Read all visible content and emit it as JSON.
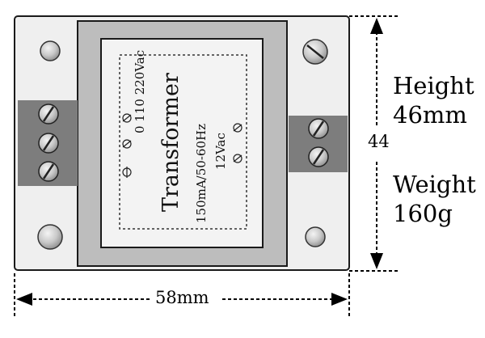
{
  "diagram": {
    "transformer_label": "Transformer",
    "rating_label": "150mA/50-60Hz",
    "input_label": "0  110  220Vac",
    "output_label": "12Vac"
  },
  "dimensions": {
    "height_title": "Height",
    "height_value": "46mm",
    "weight_title": "Weight",
    "weight_value": "160g",
    "depth_label": "44",
    "width_label": "58mm"
  },
  "colors": {
    "body": "#efefef",
    "frame": "#bdbdbd",
    "terminal_block": "#7d7d7d",
    "outline": "#1a1a1a"
  }
}
